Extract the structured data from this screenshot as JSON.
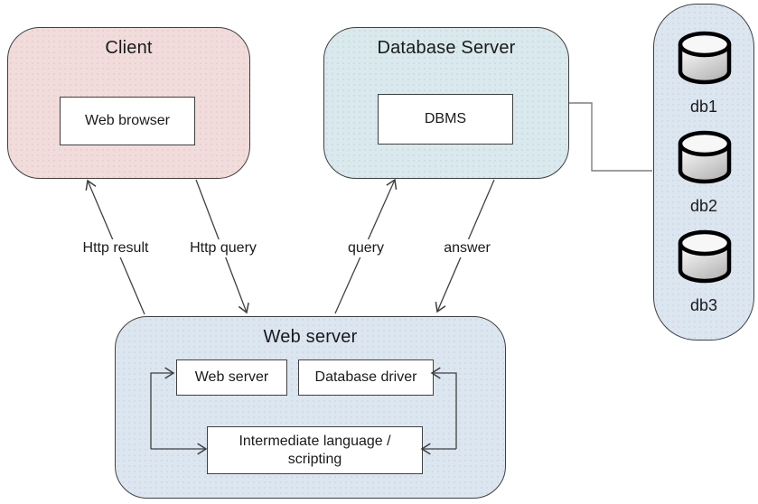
{
  "diagram": {
    "nodes": {
      "client": {
        "title": "Client",
        "fill": "#F2DCDB",
        "components": [
          {
            "label": "Web browser"
          }
        ]
      },
      "database_server": {
        "title": "Database Server",
        "fill": "#D9E9ED",
        "components": [
          {
            "label": "DBMS"
          }
        ]
      },
      "web_server": {
        "title": "Web server",
        "fill": "#DCE6F1",
        "components": [
          {
            "label": "Web server"
          },
          {
            "label": "Database driver"
          },
          {
            "label": "Intermediate language / scripting"
          }
        ]
      },
      "database_stack": {
        "fill": "#DCE6F1",
        "items": [
          {
            "label": "db1",
            "icon": "database-cylinder"
          },
          {
            "label": "db2",
            "icon": "database-cylinder"
          },
          {
            "label": "db3",
            "icon": "database-cylinder"
          }
        ]
      }
    },
    "edges": [
      {
        "label": "Http result",
        "from": "web_server",
        "to": "client"
      },
      {
        "label": "Http query",
        "from": "client",
        "to": "web_server"
      },
      {
        "label": "query",
        "from": "web_server",
        "to": "database_server"
      },
      {
        "label": "answer",
        "from": "database_server",
        "to": "web_server"
      },
      {
        "label": "",
        "from": "database_server",
        "to": "database_stack"
      }
    ],
    "colors": {
      "arrow_line": "#404040",
      "connector_line": "#7f7f7f",
      "box_border": "#404040",
      "text": "#1a1a1a",
      "cylinder_outline": "#000000"
    }
  }
}
